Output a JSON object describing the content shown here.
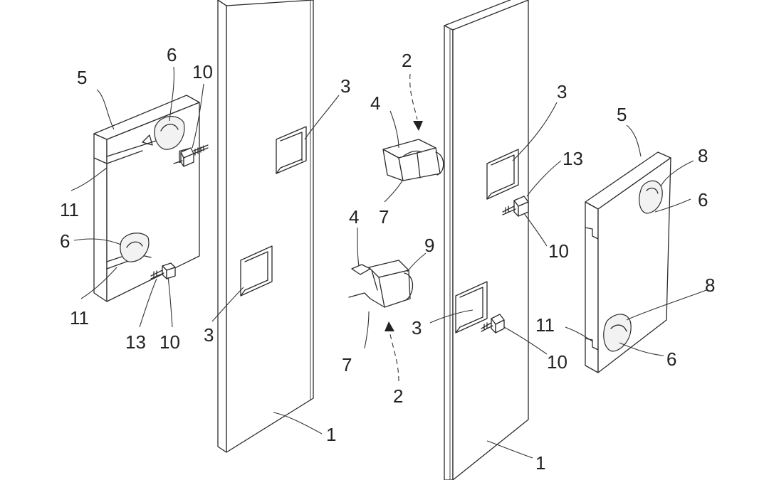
{
  "figure": {
    "labels": [
      {
        "key": "label_5_left",
        "text": "5"
      },
      {
        "key": "label_6_left_top",
        "text": "6"
      },
      {
        "key": "label_10_left_top",
        "text": "10"
      },
      {
        "key": "label_11_left_top",
        "text": "11"
      },
      {
        "key": "label_6_left_bottom",
        "text": "6"
      },
      {
        "key": "label_11_left_bottom",
        "text": "11"
      },
      {
        "key": "label_13_left",
        "text": "13"
      },
      {
        "key": "label_10_left_bottom",
        "text": "10"
      },
      {
        "key": "label_3_left_top",
        "text": "3"
      },
      {
        "key": "label_3_left_bottom",
        "text": "3"
      },
      {
        "key": "label_1_left",
        "text": "1"
      },
      {
        "key": "label_2_top",
        "text": "2"
      },
      {
        "key": "label_4_top",
        "text": "4"
      },
      {
        "key": "label_7_top",
        "text": "7"
      },
      {
        "key": "label_4_bottom",
        "text": "4"
      },
      {
        "key": "label_9",
        "text": "9"
      },
      {
        "key": "label_7_bottom",
        "text": "7"
      },
      {
        "key": "label_2_bottom",
        "text": "2"
      },
      {
        "key": "label_3_right_top",
        "text": "3"
      },
      {
        "key": "label_13_right",
        "text": "13"
      },
      {
        "key": "label_10_right_top",
        "text": "10"
      },
      {
        "key": "label_3_right_bottom",
        "text": "3"
      },
      {
        "key": "label_10_right_bottom",
        "text": "10"
      },
      {
        "key": "label_1_right",
        "text": "1"
      },
      {
        "key": "label_5_right",
        "text": "5"
      },
      {
        "key": "label_8_top",
        "text": "8"
      },
      {
        "key": "label_6_right_top",
        "text": "6"
      },
      {
        "key": "label_8_bottom",
        "text": "8"
      },
      {
        "key": "label_11_right",
        "text": "11"
      },
      {
        "key": "label_6_right_bottom",
        "text": "6"
      }
    ]
  }
}
